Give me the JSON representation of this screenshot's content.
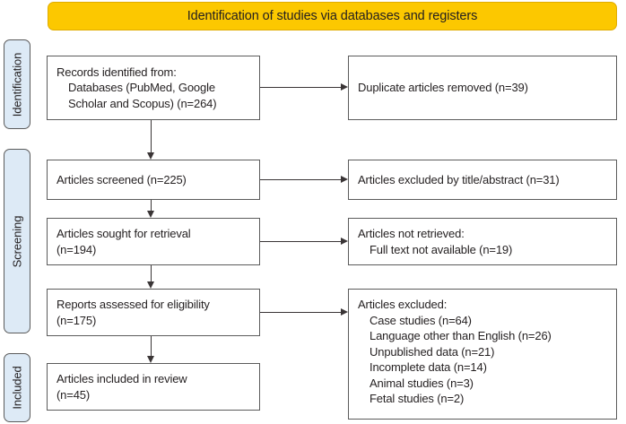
{
  "banner": {
    "title": "Identification of studies via databases and registers"
  },
  "phases": [
    {
      "id": "identification",
      "label": "Identification"
    },
    {
      "id": "screening",
      "label": "Screening"
    },
    {
      "id": "included",
      "label": "Included"
    }
  ],
  "boxes": {
    "records_identified": {
      "lines": [
        "Records identified from:",
        "Databases (PubMed, Google",
        "Scholar and Scopus) (n=264)"
      ]
    },
    "duplicates_removed": {
      "lines": [
        "Duplicate articles removed (n=39)"
      ]
    },
    "articles_screened": {
      "lines": [
        "Articles screened (n=225)"
      ]
    },
    "excluded_title_abstract": {
      "lines": [
        "Articles excluded by title/abstract (n=31)"
      ]
    },
    "sought_for_retrieval": {
      "lines": [
        "Articles sought for retrieval",
        "(n=194)"
      ]
    },
    "not_retrieved": {
      "lines": [
        "Articles not retrieved:",
        "Full text not available (n=19)"
      ]
    },
    "assessed_eligibility": {
      "lines": [
        "Reports assessed for eligibility",
        "(n=175)"
      ]
    },
    "excluded_reasons": {
      "lines": [
        "Articles excluded:",
        "Case studies (n=64)",
        "Language other than English (n=26)",
        "Unpublished data (n=21)",
        "Incomplete data (n=14)",
        "Animal studies (n=3)",
        "Fetal studies (n=2)"
      ]
    },
    "included_in_review": {
      "lines": [
        "Articles included in review",
        "(n=45)"
      ]
    }
  },
  "colors": {
    "banner_fill": "#fcc800",
    "phase_fill": "#ddeaf6",
    "box_border": "#5b5b5b",
    "connector": "#3a3536",
    "text": "#231f20"
  }
}
